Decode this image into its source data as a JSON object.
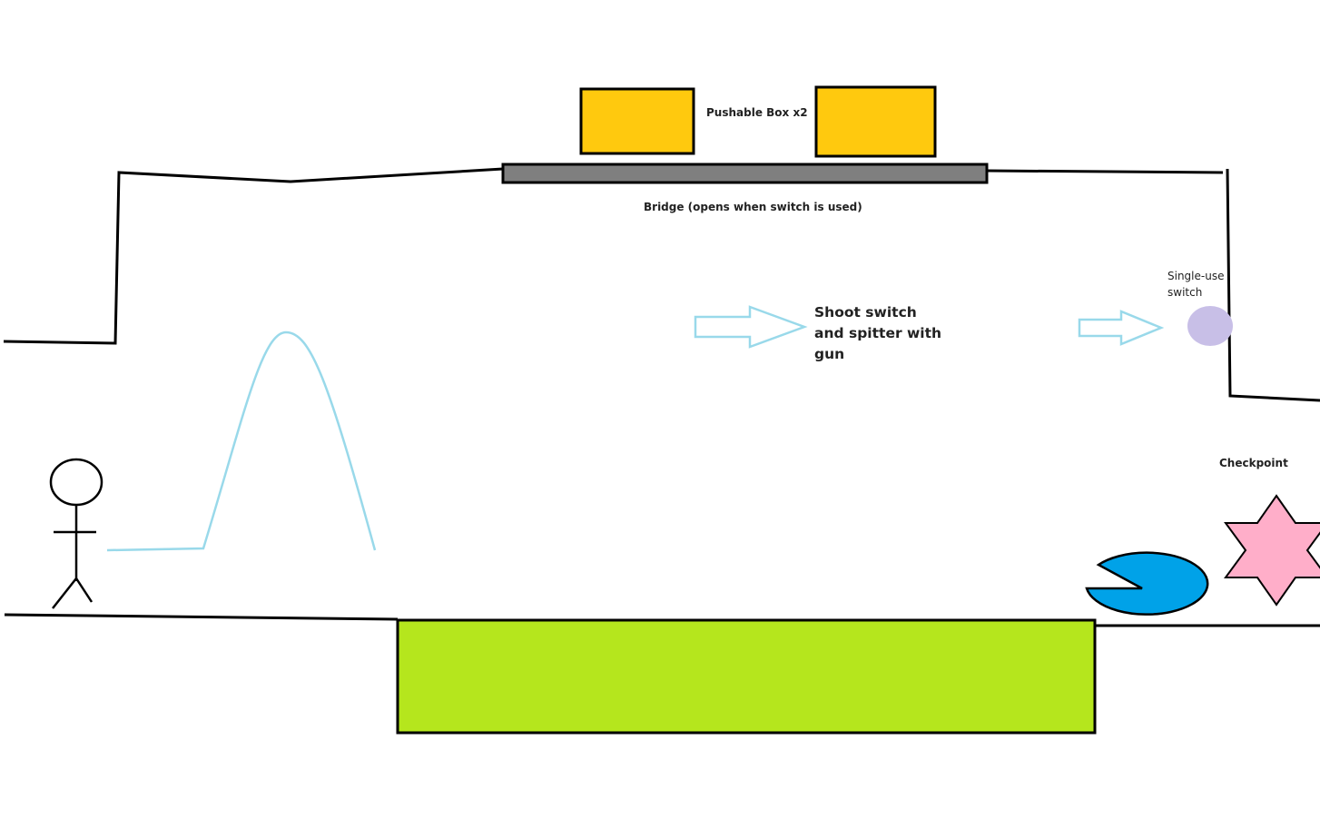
{
  "labels": {
    "pushable_box": "Pushable Box x2",
    "bridge": "Bridge (opens when switch is used)",
    "shoot_instruction": "Shoot switch and spitter with gun",
    "switch": "Single-use switch",
    "checkpoint": "Checkpoint"
  },
  "colors": {
    "outline": "#000000",
    "box_fill": "#ffc90e",
    "bridge_fill": "#7f7f7f",
    "arrow_stroke": "#99d9ea",
    "jump_arc": "#99d9ea",
    "switch_fill": "#c8bfe7",
    "spitter_fill": "#00a2e8",
    "checkpoint_fill": "#ffaec9",
    "green_zone_fill": "#b5e61d"
  },
  "objects": {
    "player": "stick-figure",
    "spitter": "pac-man-shaped enemy",
    "checkpoint": "six-pointed star"
  }
}
